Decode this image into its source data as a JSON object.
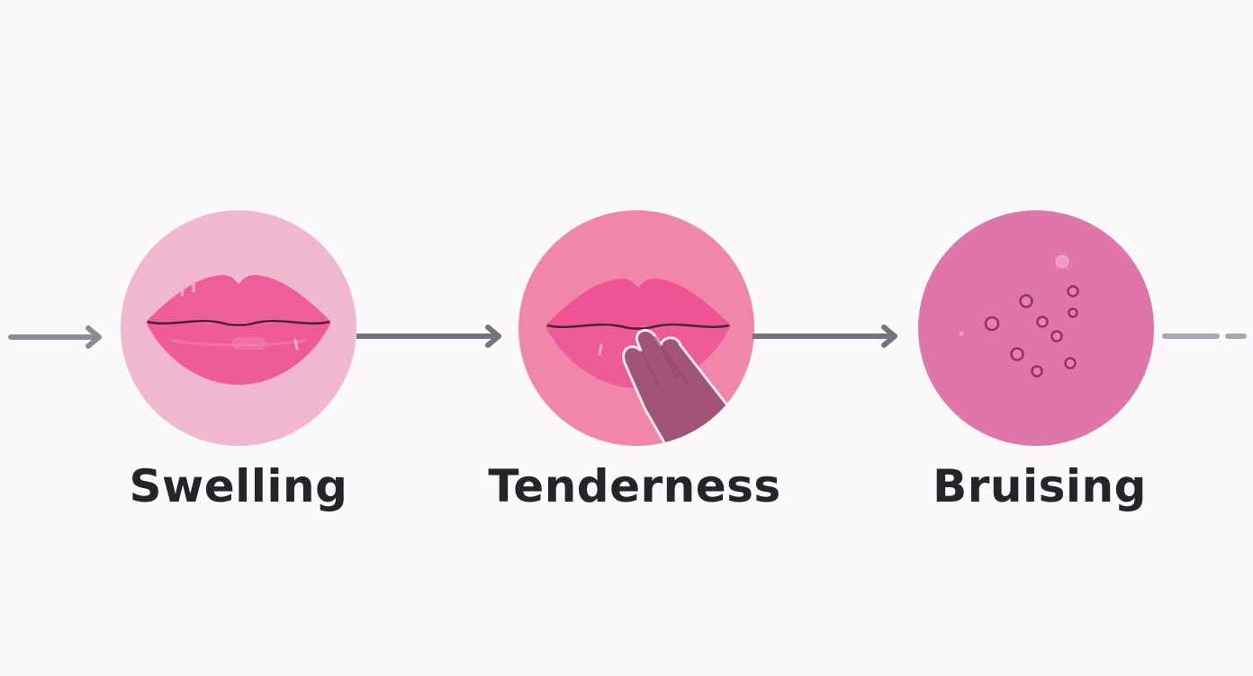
{
  "diagram": {
    "type": "process-flow",
    "steps": [
      {
        "label": "Swelling",
        "icon": "lips-icon",
        "circle_color": "#f1b7cf"
      },
      {
        "label": "Tenderness",
        "icon": "lips-touched-by-hand-icon",
        "circle_color": "#f086aa"
      },
      {
        "label": "Bruising",
        "icon": "bruise-spots-icon",
        "circle_color": "#e075a9"
      }
    ],
    "connectors": [
      "arrow",
      "arrow",
      "arrow",
      "dashed-line"
    ],
    "colors": {
      "arrow": "#76727f",
      "lips": "#ee5e9b",
      "hand": "#a25478",
      "spots": "#9c2d63",
      "text": "#27232a",
      "background": "#fbf9fa"
    }
  }
}
